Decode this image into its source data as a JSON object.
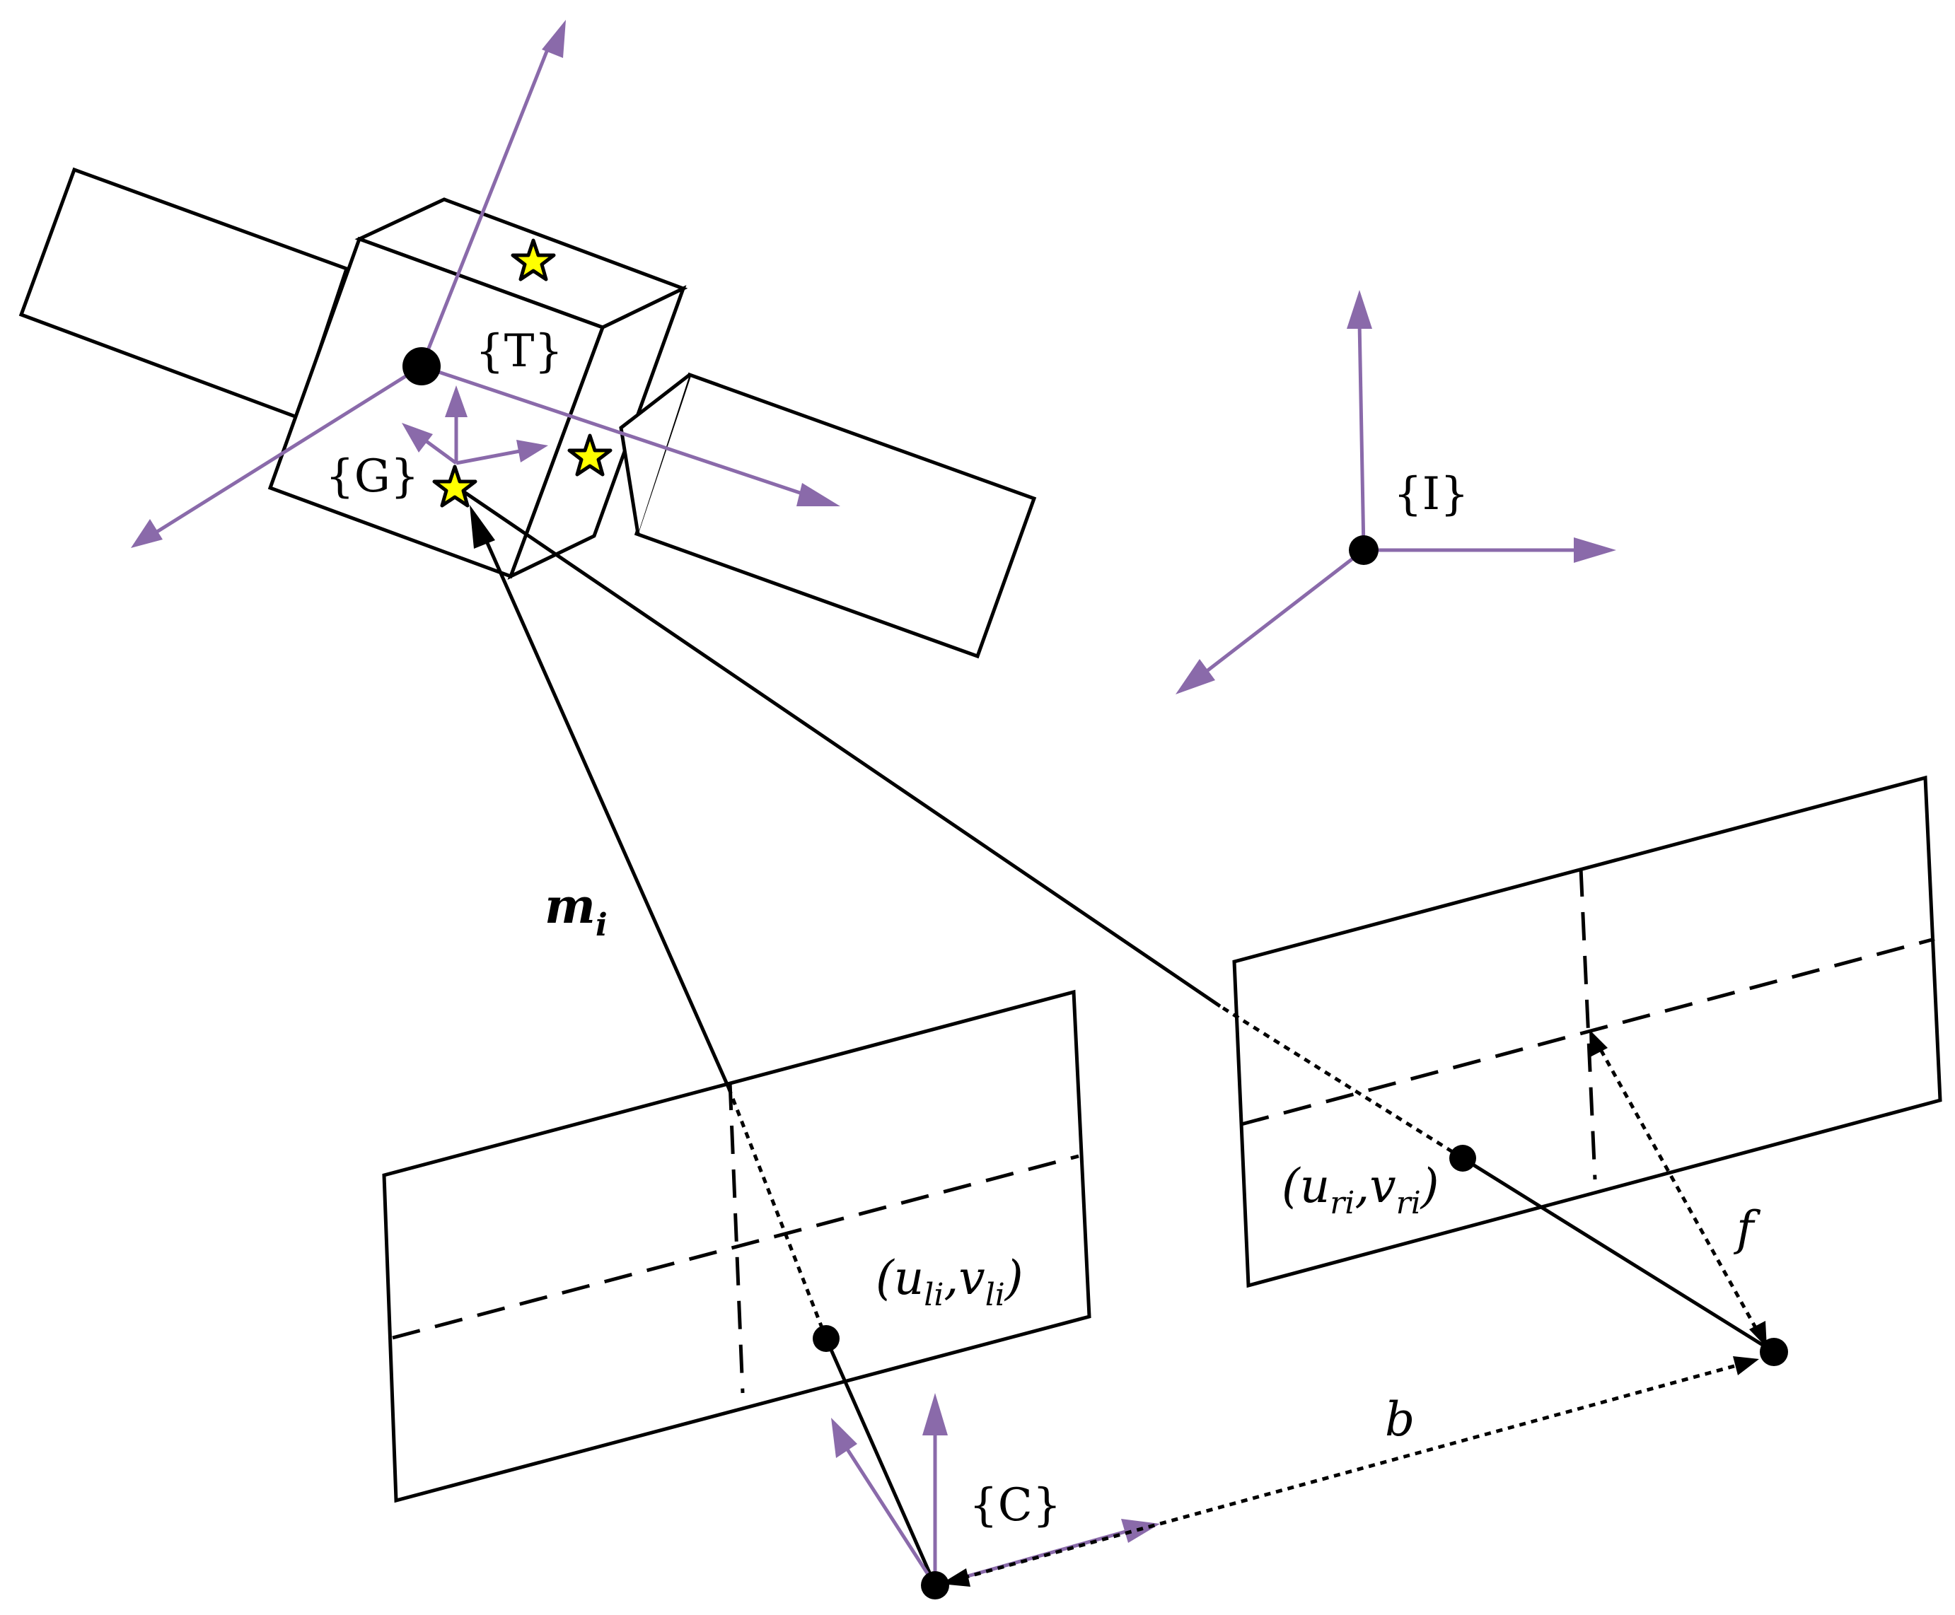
{
  "colors": {
    "axis": "#8a6aaa",
    "line": "#000000",
    "panel_face": "#e6e6e6",
    "marker_star": "#ffff00"
  },
  "labels": {
    "frame_target": "{T}",
    "frame_grasp": "{G}",
    "frame_inertial": "{I}",
    "frame_camera": "{C}",
    "vector_m": "m",
    "vector_m_sub": "i",
    "left_point_u": "u",
    "left_point_u_sub": "li",
    "left_point_v": "v",
    "left_point_v_sub": "li",
    "right_point_u": "u",
    "right_point_u_sub": "ri",
    "right_point_v": "v",
    "right_point_v_sub": "ri",
    "baseline": "b",
    "focal_length": "f",
    "paren_open": "(",
    "paren_close": ")",
    "comma": ","
  },
  "icons": {
    "marker": "star-icon",
    "origin": "filled-circle-icon"
  }
}
